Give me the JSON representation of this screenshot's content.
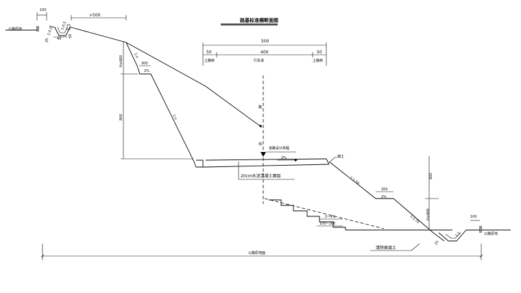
{
  "drawing": {
    "title": "路基标准横断面图",
    "ground_level_label": "公路原地面",
    "road_level_label": "公路原地",
    "design_elevation_label": "道路设计高程",
    "pavement_label": "20cm水泥混凝土面层",
    "clear_label": "清除换填土",
    "retaining_label": "镇土",
    "center_label_top": "路",
    "center_label_bottom": "线",
    "lane_label": "行车道",
    "shoulder_left_label": "土路肩",
    "shoulder_right_label": "土路肩"
  },
  "dimensions": {
    "total_width": "500",
    "shoulder_left": "50",
    "lane_width": "400",
    "shoulder_right": "50",
    "ditch_top_left": "100",
    "ditch_top_right": "100",
    "cut_distance": ">500",
    "berm_width_left": "300",
    "berm_width_right": "200",
    "slope_height_left": "H≤800",
    "slope_height_right": "H≤800",
    "vertical_800_left": "800",
    "vertical_800_right": "800",
    "step_width": "100~200",
    "ditch_depth_left": "25",
    "ditch_depth_right": "25",
    "ditch_bottom_left": "40",
    "ditch_side_left": "50",
    "ditch_slope_a": "1:0.5",
    "ditch_slope_b": "1:0.5"
  },
  "slopes": {
    "cut_slope_upper": "1:n",
    "cut_slope_lower": "1:n",
    "fill_slope_upper": "1:1.50",
    "fill_slope_lower": "1:1.75",
    "ditch_slope": "1:1",
    "road_crossfall": "2%",
    "berm_crossfall_left": "2%",
    "berm_crossfall_right": "2%",
    "step_slope": "2~4%"
  }
}
